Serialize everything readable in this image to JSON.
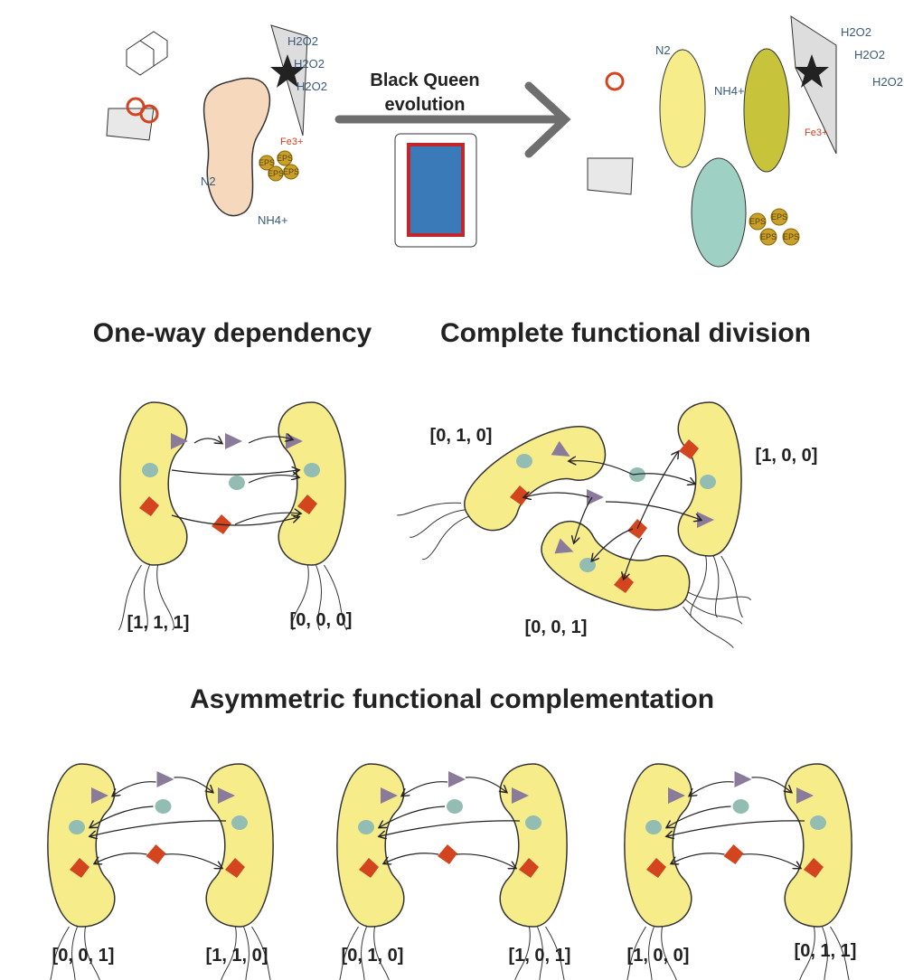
{
  "top": {
    "arrow_label_line1": "Black Queen",
    "arrow_label_line2": "evolution",
    "h2o2": "H2O2",
    "fe": "Fe3+",
    "eps": "EPS",
    "n2": "N2",
    "nh4": "NH4+"
  },
  "sections": {
    "one_way": {
      "title": "One-way dependency",
      "labels": [
        "[1, 1, 1]",
        "[0, 0, 0]"
      ]
    },
    "complete": {
      "title": "Complete functional division",
      "labels": [
        "[0, 1, 0]",
        "[1, 0, 0]",
        "[0, 0, 1]"
      ]
    },
    "asymmetric": {
      "title": "Asymmetric functional complementation",
      "labels": [
        "[0, 0, 1]",
        "[1, 1, 0]",
        "[0, 1, 0]",
        "[1, 0, 1]",
        "[1, 0, 0]",
        "[0, 1, 1]"
      ]
    }
  },
  "colors": {
    "cell": "#f6ec8a",
    "triangle": "#8b7b9b",
    "oval": "#93bcb2",
    "diamond": "#d2451e",
    "arrow": "#6e6e6e"
  }
}
